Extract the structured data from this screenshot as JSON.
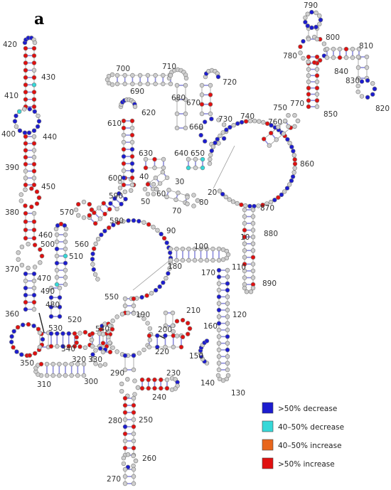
{
  "panel_label": "a",
  "colors": {
    "unchanged": "#cfcfcf",
    "strong_decrease": "#1c1ccf",
    "moderate_decrease": "#36d8d8",
    "moderate_increase": "#e8661c",
    "strong_increase": "#e01010",
    "pair_line": "#8c8cdc",
    "backbone": "#9a9a9a"
  },
  "legend": [
    {
      "key": "strong_decrease",
      "label": ">50% decrease"
    },
    {
      "key": "moderate_decrease",
      "label": "40–50% decrease"
    },
    {
      "key": "moderate_increase",
      "label": "40–50% increase"
    },
    {
      "key": "strong_increase",
      "label": ">50% increase"
    }
  ],
  "position_labels": [
    "10",
    "20",
    "30",
    "40",
    "50",
    "60",
    "70",
    "80",
    "90",
    "100",
    "110",
    "120",
    "130",
    "140",
    "150",
    "160",
    "170",
    "180",
    "190",
    "200",
    "210",
    "220",
    "230",
    "240",
    "250",
    "260",
    "270",
    "280",
    "290",
    "300",
    "310",
    "320",
    "330",
    "340",
    "350",
    "360",
    "370",
    "380",
    "390",
    "400",
    "410",
    "420",
    "430",
    "440",
    "450",
    "460",
    "470",
    "480",
    "490",
    "500",
    "510",
    "520",
    "530",
    "540",
    "550",
    "560",
    "570",
    "580",
    "590",
    "600",
    "610",
    "620",
    "630",
    "640",
    "650",
    "660",
    "670",
    "680",
    "690",
    "700",
    "710",
    "720",
    "730",
    "740",
    "750",
    "760",
    "770",
    "780",
    "790",
    "800",
    "810",
    "820",
    "830",
    "840",
    "850",
    "860",
    "870",
    "880",
    "890"
  ]
}
